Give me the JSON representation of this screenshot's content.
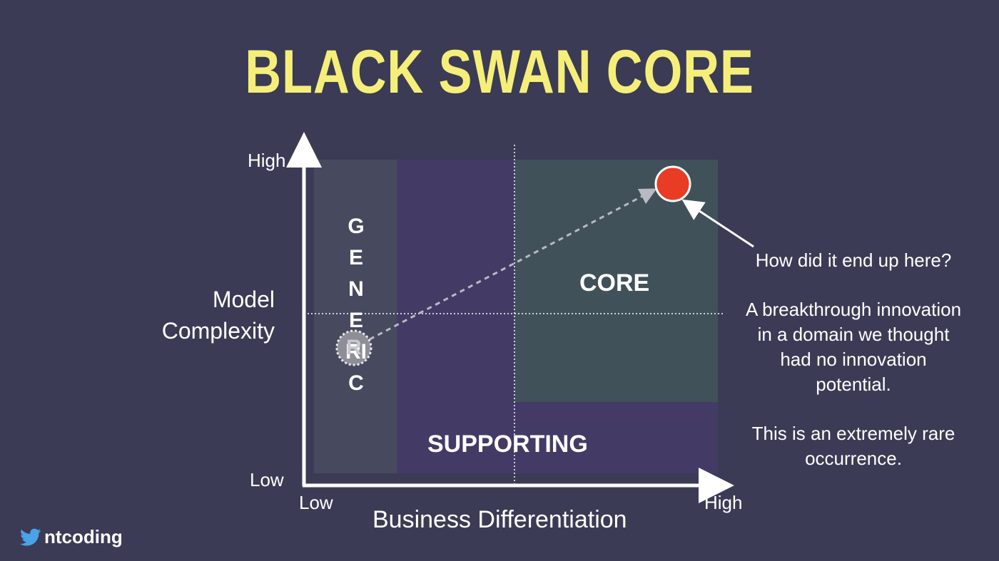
{
  "slide": {
    "title": "BLACK SWAN CORE"
  },
  "diagram": {
    "y_axis": {
      "label_line1": "Model",
      "label_line2": "Complexity",
      "tick_high": "High",
      "tick_low": "Low"
    },
    "x_axis": {
      "label": "Business Differentiation",
      "tick_low": "Low",
      "tick_high": "High"
    },
    "regions": {
      "generic": "GENERIC",
      "supporting": "SUPPORTING",
      "core": "CORE"
    },
    "marker_letter": "R",
    "colors": {
      "background": "#3b3b55",
      "generic_region": "#474a5e",
      "supporting_region": "#433b66",
      "core_region": "#405159",
      "highlight_dot": "#e83c24",
      "title": "#f5ef7a"
    }
  },
  "annotation": {
    "question": "How did it end up here?",
    "explanation": "A breakthrough innovation in a domain we thought had no innovation potential.",
    "note": "This is an extremely rare occurrence."
  },
  "footer": {
    "icon": "twitter-bird-icon",
    "handle": "ntcoding"
  }
}
